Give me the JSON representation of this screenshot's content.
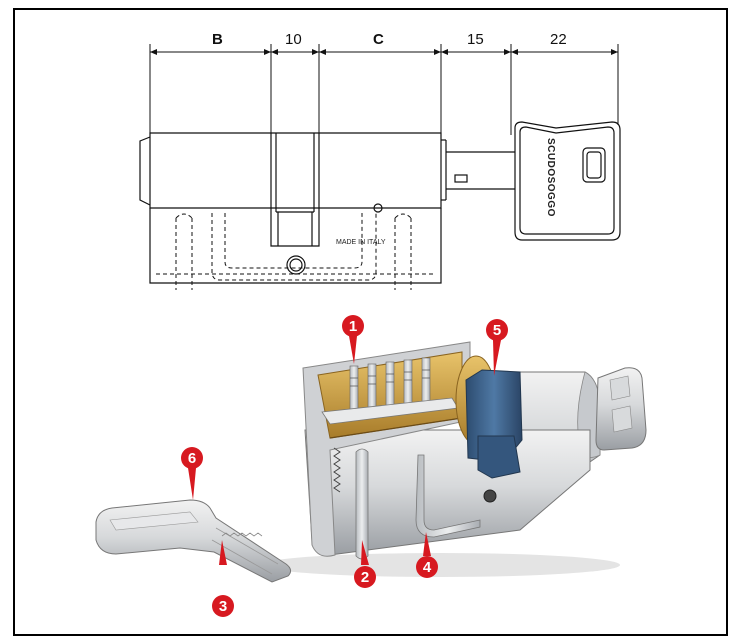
{
  "dimensions": {
    "b": "B",
    "ten": "10",
    "c": "C",
    "fifteen": "15",
    "twentytwo": "22"
  },
  "drawing_text": {
    "made_in": "MADE IN ITALY",
    "key_brand": "SCUDOSOGGO"
  },
  "callouts": [
    "1",
    "2",
    "3",
    "4",
    "5",
    "6"
  ],
  "colors": {
    "callout": "#d71920",
    "frame": "#000000",
    "brass": "#c9a04a",
    "cam_blue": "#3a5d86"
  }
}
